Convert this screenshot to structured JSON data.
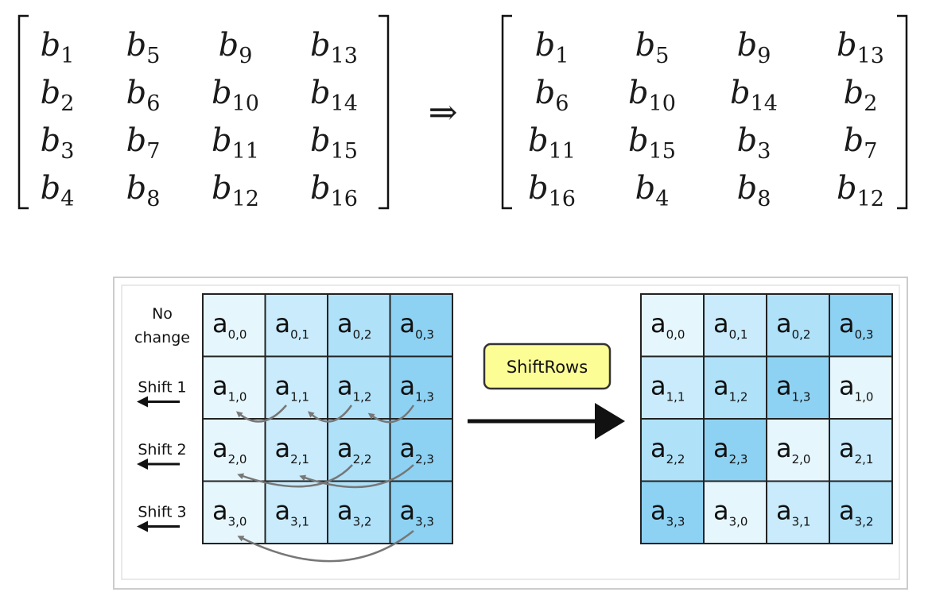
{
  "top_equation": {
    "left_matrix": [
      [
        {
          "base": "b",
          "sub": "1"
        },
        {
          "base": "b",
          "sub": "5"
        },
        {
          "base": "b",
          "sub": "9"
        },
        {
          "base": "b",
          "sub": "13"
        }
      ],
      [
        {
          "base": "b",
          "sub": "2"
        },
        {
          "base": "b",
          "sub": "6"
        },
        {
          "base": "b",
          "sub": "10"
        },
        {
          "base": "b",
          "sub": "14"
        }
      ],
      [
        {
          "base": "b",
          "sub": "3"
        },
        {
          "base": "b",
          "sub": "7"
        },
        {
          "base": "b",
          "sub": "11"
        },
        {
          "base": "b",
          "sub": "15"
        }
      ],
      [
        {
          "base": "b",
          "sub": "4"
        },
        {
          "base": "b",
          "sub": "8"
        },
        {
          "base": "b",
          "sub": "12"
        },
        {
          "base": "b",
          "sub": "16"
        }
      ]
    ],
    "arrow_symbol": "⇒",
    "right_matrix": [
      [
        {
          "base": "b",
          "sub": "1"
        },
        {
          "base": "b",
          "sub": "5"
        },
        {
          "base": "b",
          "sub": "9"
        },
        {
          "base": "b",
          "sub": "13"
        }
      ],
      [
        {
          "base": "b",
          "sub": "6"
        },
        {
          "base": "b",
          "sub": "10"
        },
        {
          "base": "b",
          "sub": "14"
        },
        {
          "base": "b",
          "sub": "2"
        }
      ],
      [
        {
          "base": "b",
          "sub": "11"
        },
        {
          "base": "b",
          "sub": "15"
        },
        {
          "base": "b",
          "sub": "3"
        },
        {
          "base": "b",
          "sub": "7"
        }
      ],
      [
        {
          "base": "b",
          "sub": "16"
        },
        {
          "base": "b",
          "sub": "4"
        },
        {
          "base": "b",
          "sub": "8"
        },
        {
          "base": "b",
          "sub": "12"
        }
      ]
    ]
  },
  "figure": {
    "row_labels": [
      {
        "line1": "No",
        "line2": "change",
        "arrow": false
      },
      {
        "line1": "Shift 1",
        "arrow": true
      },
      {
        "line1": "Shift 2",
        "arrow": true
      },
      {
        "line1": "Shift 3",
        "arrow": true
      }
    ],
    "process_label": "ShiftRows",
    "input_grid": [
      [
        {
          "base": "a",
          "sub": "0,0",
          "shade": 0
        },
        {
          "base": "a",
          "sub": "0,1",
          "shade": 1
        },
        {
          "base": "a",
          "sub": "0,2",
          "shade": 2
        },
        {
          "base": "a",
          "sub": "0,3",
          "shade": 3
        }
      ],
      [
        {
          "base": "a",
          "sub": "1,0",
          "shade": 0
        },
        {
          "base": "a",
          "sub": "1,1",
          "shade": 1
        },
        {
          "base": "a",
          "sub": "1,2",
          "shade": 2
        },
        {
          "base": "a",
          "sub": "1,3",
          "shade": 3
        }
      ],
      [
        {
          "base": "a",
          "sub": "2,0",
          "shade": 0
        },
        {
          "base": "a",
          "sub": "2,1",
          "shade": 1
        },
        {
          "base": "a",
          "sub": "2,2",
          "shade": 2
        },
        {
          "base": "a",
          "sub": "2,3",
          "shade": 3
        }
      ],
      [
        {
          "base": "a",
          "sub": "3,0",
          "shade": 0
        },
        {
          "base": "a",
          "sub": "3,1",
          "shade": 1
        },
        {
          "base": "a",
          "sub": "3,2",
          "shade": 2
        },
        {
          "base": "a",
          "sub": "3,3",
          "shade": 3
        }
      ]
    ],
    "output_grid": [
      [
        {
          "base": "a",
          "sub": "0,0",
          "shade": 0
        },
        {
          "base": "a",
          "sub": "0,1",
          "shade": 1
        },
        {
          "base": "a",
          "sub": "0,2",
          "shade": 2
        },
        {
          "base": "a",
          "sub": "0,3",
          "shade": 3
        }
      ],
      [
        {
          "base": "a",
          "sub": "1,1",
          "shade": 1
        },
        {
          "base": "a",
          "sub": "1,2",
          "shade": 2
        },
        {
          "base": "a",
          "sub": "1,3",
          "shade": 3
        },
        {
          "base": "a",
          "sub": "1,0",
          "shade": 0
        }
      ],
      [
        {
          "base": "a",
          "sub": "2,2",
          "shade": 2
        },
        {
          "base": "a",
          "sub": "2,3",
          "shade": 3
        },
        {
          "base": "a",
          "sub": "2,0",
          "shade": 0
        },
        {
          "base": "a",
          "sub": "2,1",
          "shade": 1
        }
      ],
      [
        {
          "base": "a",
          "sub": "3,3",
          "shade": 3
        },
        {
          "base": "a",
          "sub": "3,0",
          "shade": 0
        },
        {
          "base": "a",
          "sub": "3,1",
          "shade": 1
        },
        {
          "base": "a",
          "sub": "3,2",
          "shade": 2
        }
      ]
    ],
    "colors": {
      "shades": [
        "#e6f6fd",
        "#c9ebfb",
        "#afe1f9",
        "#8ed2f3"
      ],
      "grid_line": "#222222",
      "label_box_fill": "#fdfd96",
      "label_box_stroke": "#333333",
      "curve_arrow": "#777777",
      "frame": "#cccccc"
    }
  }
}
